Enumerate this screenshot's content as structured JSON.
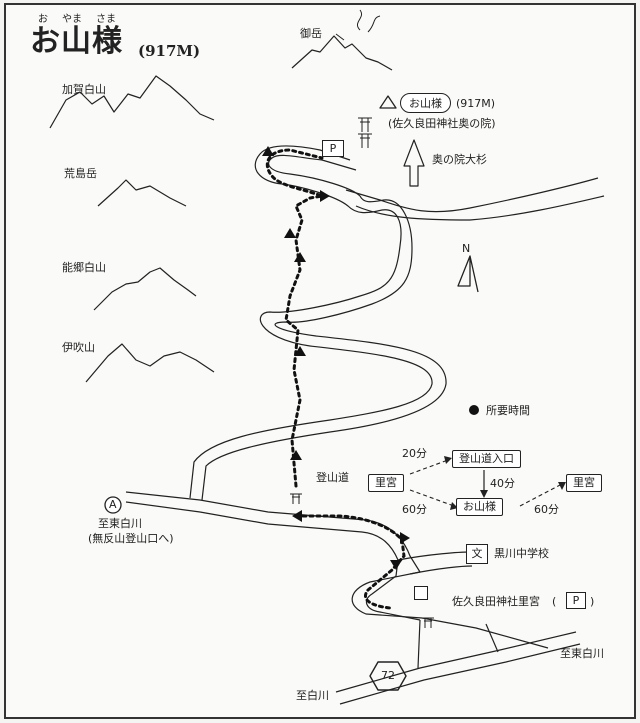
{
  "title": {
    "main": "お山様",
    "furigana": [
      "お",
      "やま",
      "さま"
    ],
    "altitude": "(917M)"
  },
  "mountains": [
    "御岳",
    "加賀白山",
    "荒島岳",
    "能郷白山",
    "伊吹山"
  ],
  "labels": {
    "summit_name": "お山様",
    "summit_altitude": "(917M)",
    "shrine_inner": "(佐久良田神社奥の院)",
    "parking": "P",
    "big_cedar": "奥の院大杉",
    "north": "N",
    "trail": "登山道",
    "junction": "A",
    "to_higashishirakawa": "至東白川",
    "via": "(無反山登山口へ)",
    "school_mark": "文",
    "school": "黒川中学校",
    "shrine_village": "佐久良田神社里宮",
    "shrine_parking": "P",
    "route_72": "72",
    "to_shirakawa": "至白川",
    "to_higashishirakawa_2": "至東白川"
  },
  "legend": {
    "title": "所要時間",
    "nodes": {
      "satomiya_left": "里宮",
      "trailhead": "登山道入口",
      "oyamasama": "お山様",
      "satomiya_right": "里宮"
    },
    "times": {
      "satomiya_to_trailhead": "20分",
      "trailhead_to_summit": "40分",
      "satomiya_to_summit": "60分",
      "summit_to_satomiya": "60分"
    }
  }
}
